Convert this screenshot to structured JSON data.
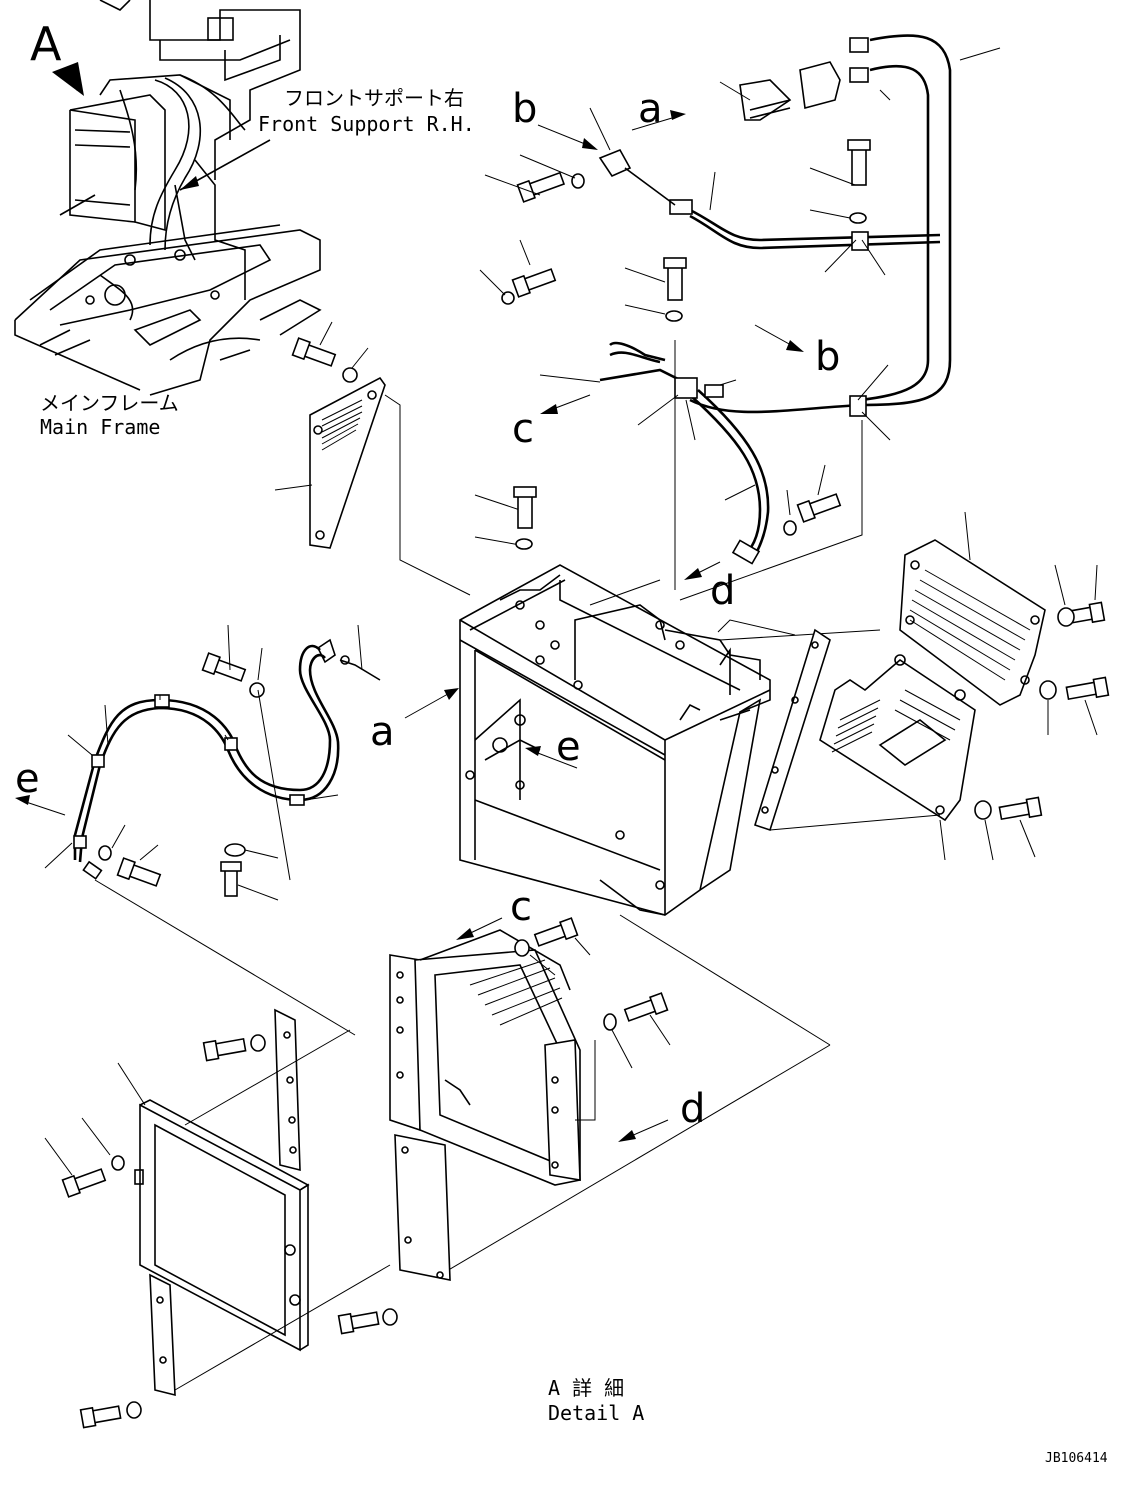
{
  "view_label": "A",
  "callouts": {
    "a": "a",
    "b": "b",
    "c": "c",
    "d": "d",
    "e": "e"
  },
  "captions": {
    "front_support_jp": "フロントサポート右",
    "front_support_en": "Front Support R.H.",
    "main_frame_jp": "メインフレーム",
    "main_frame_en": "Main Frame",
    "detail_jp": "A 詳 細",
    "detail_en": "Detail A"
  },
  "drawing_code": "JB106414"
}
